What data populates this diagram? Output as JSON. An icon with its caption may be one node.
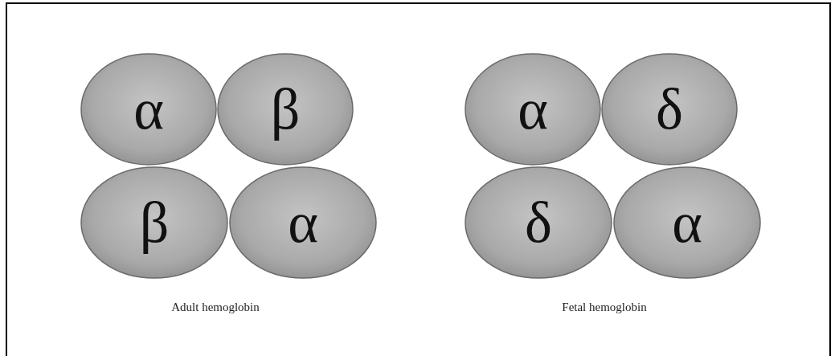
{
  "diagram": {
    "nodes": [
      {
        "text": [
          "α"
        ]
      },
      {
        "text": [
          "β"
        ]
      },
      {
        "text": [
          "β"
        ]
      },
      {
        "text": [
          "α"
        ]
      },
      {
        "text": [
          "α"
        ]
      },
      {
        "text": [
          "δ"
        ]
      },
      {
        "text": [
          "δ"
        ]
      },
      {
        "text": [
          "α"
        ]
      }
    ],
    "labels": [
      "Adult hemoglobin",
      "Fetal hemoglobin"
    ]
  }
}
